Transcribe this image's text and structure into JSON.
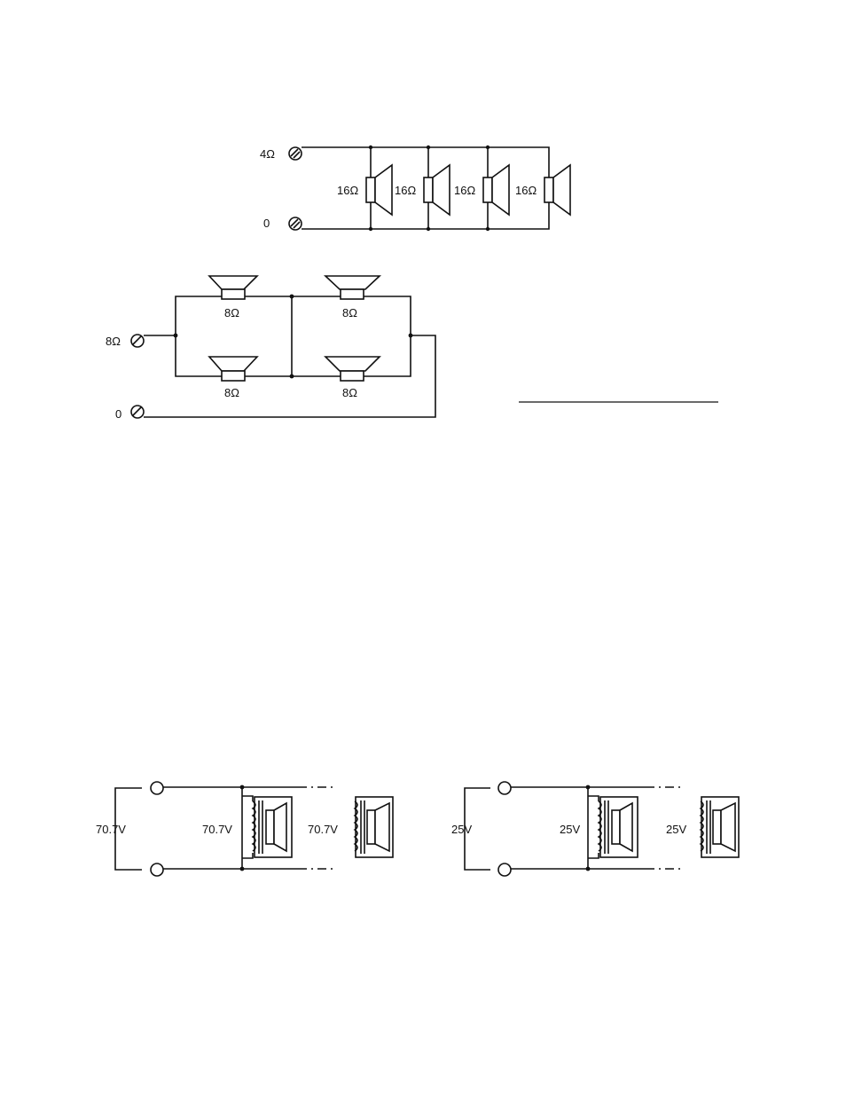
{
  "diagram_a": {
    "terminal_top": "4Ω",
    "terminal_bottom": "0",
    "speaker_labels": [
      "16Ω",
      "16Ω",
      "16Ω",
      "16Ω"
    ]
  },
  "diagram_b": {
    "terminal_top": "8Ω",
    "terminal_bottom": "0",
    "speaker_labels": [
      "8Ω",
      "8Ω",
      "8Ω",
      "8Ω"
    ]
  },
  "diagram_c": {
    "line_voltage": "70.7V",
    "tap_labels": [
      "70.7V",
      "70.7V"
    ]
  },
  "diagram_d": {
    "line_voltage": "25V",
    "tap_labels": [
      "25V",
      "25V"
    ]
  }
}
